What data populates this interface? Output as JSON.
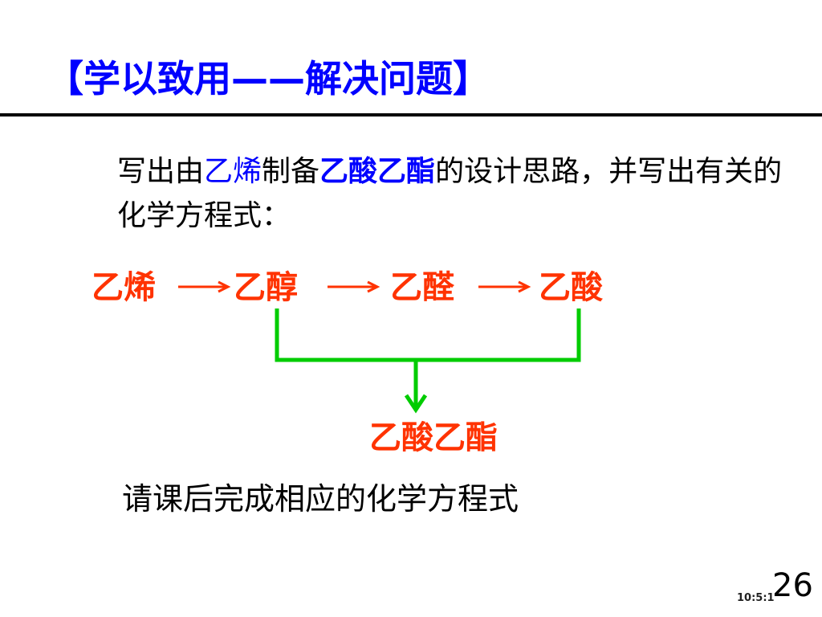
{
  "title": "【学以致用——解决问题】",
  "prompt": {
    "part1": "写出由",
    "reactant": "乙烯",
    "part2": "制备",
    "product": "乙酸乙酯",
    "part3": "的设计思路，并写出有关的化学方程式："
  },
  "flow": [
    "乙烯",
    "乙醇",
    "乙醛",
    "乙酸"
  ],
  "result": "乙酸乙酯",
  "note": "请课后完成相应的化学方程式",
  "timestamp": "10:5:1",
  "page_number": "26",
  "colors": {
    "title": "#0000ff",
    "compound": "#ff3300",
    "connector": "#00cc00",
    "highlight": "#0000ff"
  }
}
